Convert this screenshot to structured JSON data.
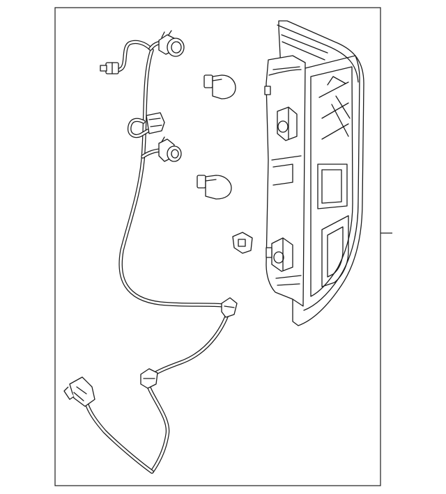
{
  "diagram": {
    "frame": "parts-diagram-frame",
    "parts": [
      {
        "name": "wiring-harness"
      },
      {
        "name": "bulb-upper"
      },
      {
        "name": "bulb-lower"
      },
      {
        "name": "retainer-nut"
      },
      {
        "name": "tail-lamp-assembly"
      }
    ],
    "leader_line": {
      "target": "tail-lamp-assembly",
      "callout_text": ""
    }
  },
  "colors": {
    "line": "#1a1a1a",
    "background": "#ffffff"
  }
}
